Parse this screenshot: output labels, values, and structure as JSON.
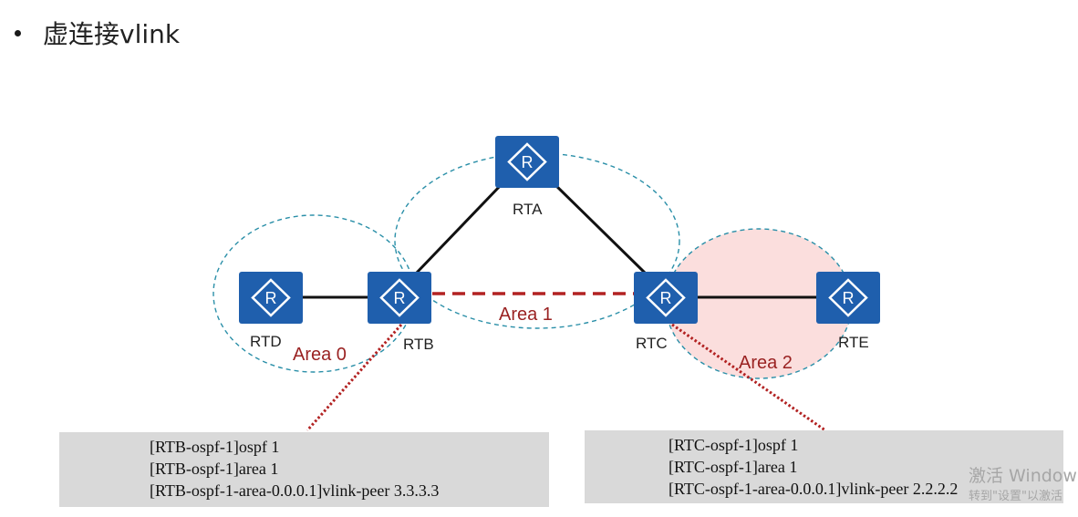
{
  "title": "虚连接vlink",
  "routers": [
    {
      "name": "RTA"
    },
    {
      "name": "RTB"
    },
    {
      "name": "RTC"
    },
    {
      "name": "RTD"
    },
    {
      "name": "RTE"
    }
  ],
  "router_glyph": "R",
  "areas": [
    "Area 0",
    "Area 1",
    "Area 2"
  ],
  "config_rtb": [
    "[RTB-ospf-1]ospf 1",
    "[RTB-ospf-1]area 1",
    "[RTB-ospf-1-area-0.0.0.1]vlink-peer 3.3.3.3"
  ],
  "config_rtc": [
    "[RTC-ospf-1]ospf 1",
    "[RTC-ospf-1]area 1",
    "[RTC-ospf-1-area-0.0.0.1]vlink-peer 2.2.2.2"
  ],
  "watermark": {
    "line1": "激活 Window",
    "line2": "转到\"设置\"以激活"
  },
  "colors": {
    "router": "#1f5fad",
    "link": "#111111",
    "vlink": "#b22222",
    "area_border": "#2a8fa8",
    "area2_fill": "#fbdedd",
    "config_bg": "#d9d9d9"
  }
}
